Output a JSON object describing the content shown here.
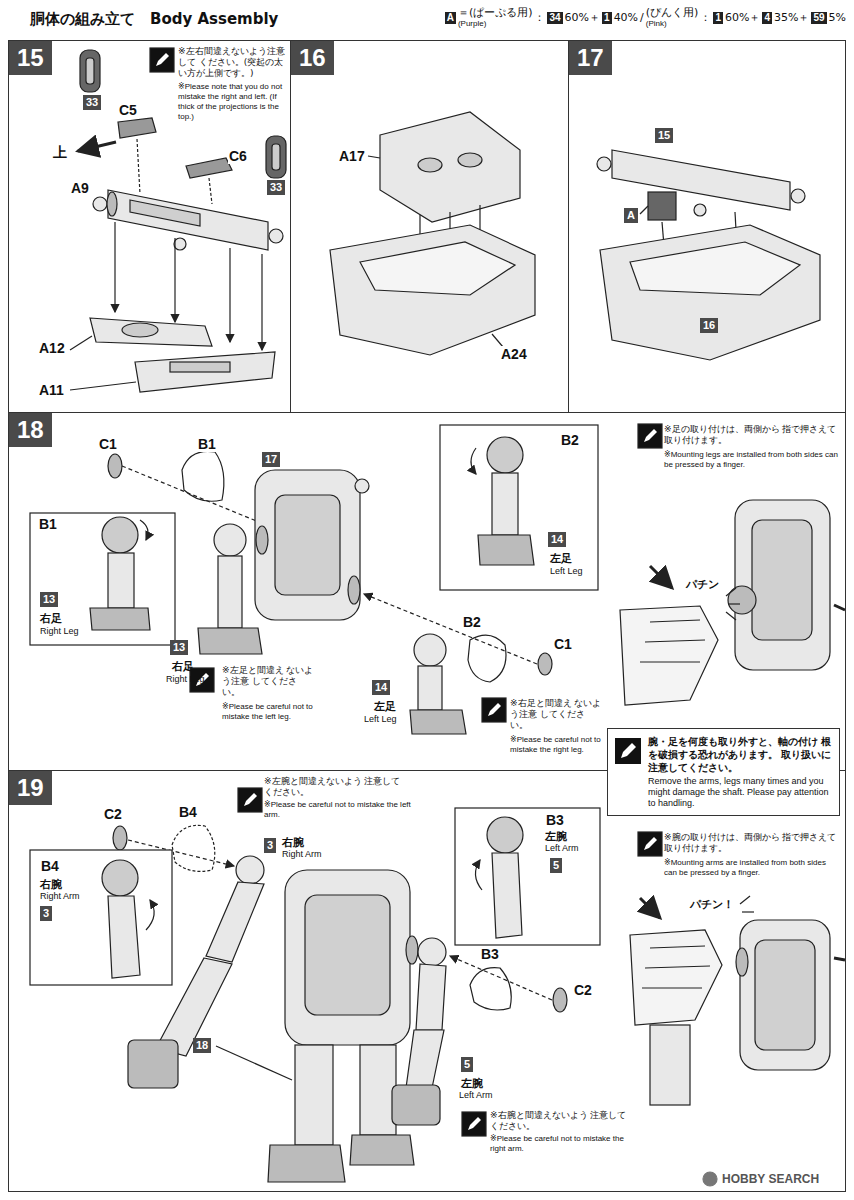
{
  "diagram": {
    "title": "胴体の組み立て",
    "nodes": [
      {
        "text": [
          "15"
        ]
      },
      {
        "text": [
          "16"
        ]
      },
      {
        "text": [
          "17"
        ]
      },
      {
        "text": [
          "18"
        ]
      },
      {
        "text": [
          "腕・足を何度も取り外すと、軸の付け 根を破損する恐れがあります。 取り扱いに注意してください。",
          "Remove the arms, legs many times and you might damage the shaft. Please pay attention to handling."
        ]
      },
      {
        "text": [
          "19"
        ]
      }
    ],
    "labels": [
      "胴体の組み立て",
      "Body Assembly",
      "A",
      "＝(ぱーぷる用)",
      "(Purple)",
      "：",
      "34",
      "60%＋",
      "1",
      "40%",
      "/",
      "(ぴんく用)",
      "(Pink)",
      "：",
      "1",
      "60%＋",
      "4",
      "35%＋",
      "59",
      "5%",
      "33",
      "C5",
      "上",
      "A9",
      "C6",
      "33",
      "※左右間違えないよう注意して ください。(突起の太い方が上側です。)",
      "※Please note that you do not mistake the right and left. (If thick of the projections is the top.)",
      "A12",
      "A11",
      "A17",
      "A24",
      "15",
      "A",
      "16",
      "C1",
      "B1",
      "17",
      "B1",
      "13",
      "右足",
      "Right Leg",
      "13",
      "右足",
      "Right Leg",
      "※左足と間違え ないよう注意 してください。",
      "※Please be careful not to mistake the left leg.",
      "B2",
      "14",
      "左足",
      "Left Leg",
      "14",
      "左足",
      "Left Leg",
      "B2",
      "C1",
      "※右足と間違え ないよう注意 してください。",
      "※Please be careful not to mistake the right leg.",
      "※足の取り付けは、両側から 指で押さえて取り付けます。",
      "※Mounting legs are installed from both sides can be pressed by a finger.",
      "パチン",
      "C2",
      "B4",
      "※左腕と間違えないよう 注意してください。",
      "※Please be careful not to mistake the left arm.",
      "3",
      "右腕",
      "Right Arm",
      "B4",
      "右腕",
      "Right Arm",
      "3",
      "18",
      "B3",
      "左腕",
      "Left Arm",
      "5",
      "B3",
      "C2",
      "5",
      "左腕",
      "Left Arm",
      "※右腕と間違えないよう 注意してください。",
      "※Please be careful not to mistake the right arm.",
      "※腕の取り付けは、両側から 指で押さえて取り付けます。",
      "※Mounting arms are installed from both sides can be pressed by a finger.",
      "パチン！",
      "HOBBY SEARCH"
    ]
  }
}
